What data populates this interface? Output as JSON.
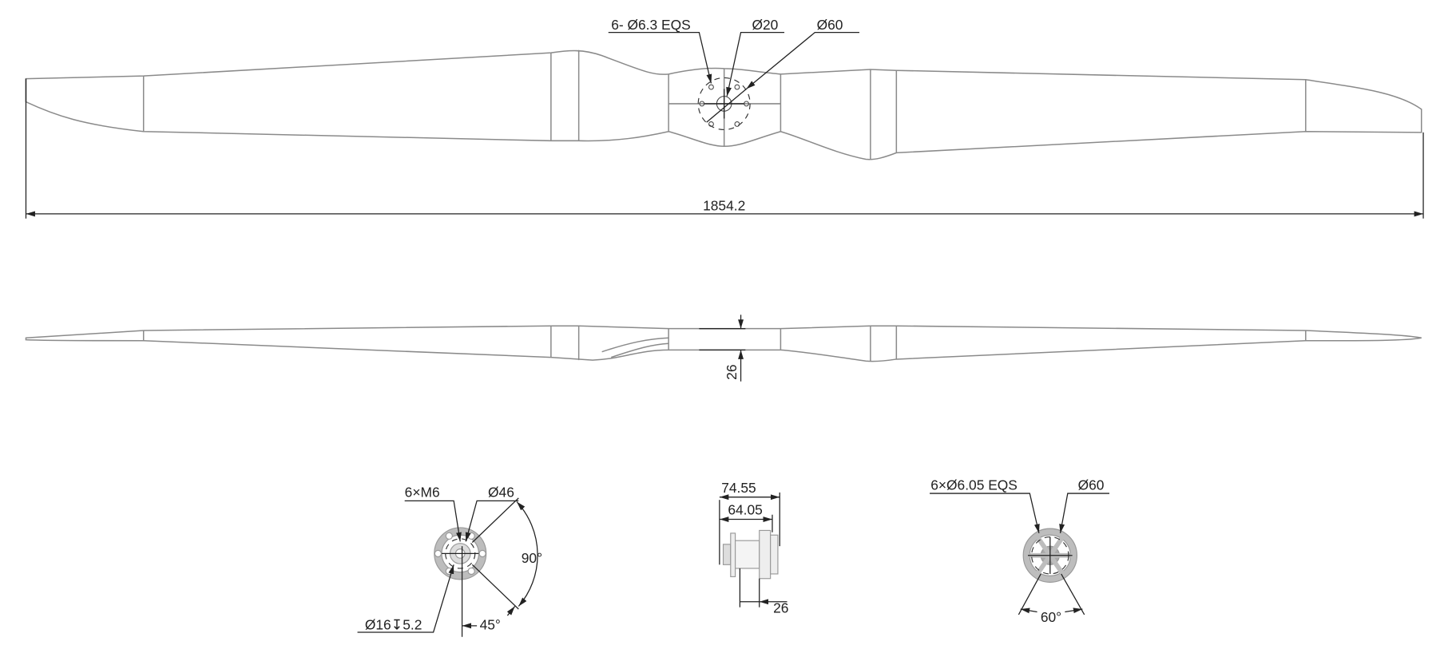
{
  "top_view": {
    "holes_label": "6- Ø6.3 EQS",
    "center_bore_label": "Ø20",
    "pcd_label": "Ø60",
    "overall_length": "1854.2"
  },
  "side_view": {
    "hub_thickness": "26"
  },
  "hub_front_view": {
    "thread_label": "6×M6",
    "pcd_label": "Ø46",
    "counterbore_label": "Ø16↧5.2",
    "angle_large": "90°",
    "angle_small": "45°"
  },
  "hub_side_view": {
    "overall_width": "74.55",
    "inner_width": "64.05",
    "flange_offset": "26"
  },
  "hub_rear_view": {
    "holes_label": "6×Ø6.05 EQS",
    "pcd_label": "Ø60",
    "angle": "60°"
  },
  "colors": {
    "outline": "#8a8a8a",
    "dimension": "#222222",
    "hub_fill": "#bdbdbd"
  }
}
